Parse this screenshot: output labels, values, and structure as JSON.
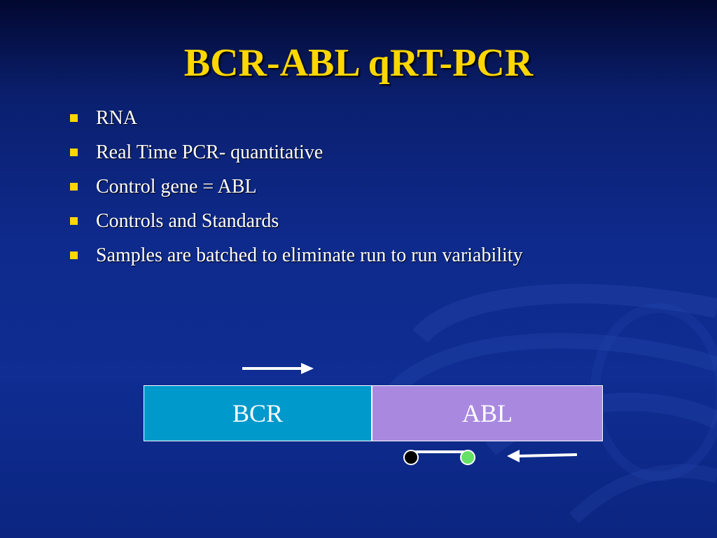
{
  "slide": {
    "title": "BCR-ABL qRT-PCR",
    "bullets": [
      "RNA",
      "Real Time PCR- quantitative",
      "Control gene = ABL",
      "Controls and Standards",
      "Samples are batched to eliminate run to run variability"
    ]
  },
  "diagram": {
    "segments": [
      "BCR",
      "ABL"
    ],
    "colors": {
      "bcr": "#0099cc",
      "abl": "#a989e0",
      "title": "#FFD700",
      "quencher": "#000000",
      "reporter": "#66e066"
    }
  }
}
